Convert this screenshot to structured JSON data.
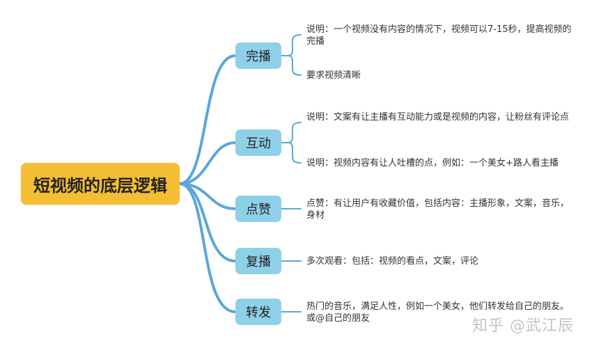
{
  "root": {
    "label": "短视频的底层逻辑"
  },
  "branches": [
    {
      "label": "完播",
      "leaves": [
        "说明：一个视频没有内容的情况下，视频可以7-15秒，提高视频的完播",
        "要求视频清晰"
      ]
    },
    {
      "label": "互动",
      "leaves": [
        "说明：文案有让主播有互动能力或是视频的内容，让粉丝有评论点",
        "说明：视频内容有让人吐槽的点，例如：一个美女+路人看主播"
      ]
    },
    {
      "label": "点赞",
      "leaves": [
        "点赞：有让用户有收藏价值，包括内容：主播形象，文案，音乐，身材"
      ]
    },
    {
      "label": "复播",
      "leaves": [
        "多次观看：包括：视频的看点，文案，评论"
      ]
    },
    {
      "label": "转发",
      "leaves": [
        "热门的音乐，满足人性，例如一个美女，他们转发给自己的朋友。或@自己的朋友"
      ]
    }
  ],
  "watermark": "知乎 @武江辰",
  "colors": {
    "root": "#f5bd33",
    "branch": "#8fd0e9",
    "line": "#5aa7d8"
  }
}
